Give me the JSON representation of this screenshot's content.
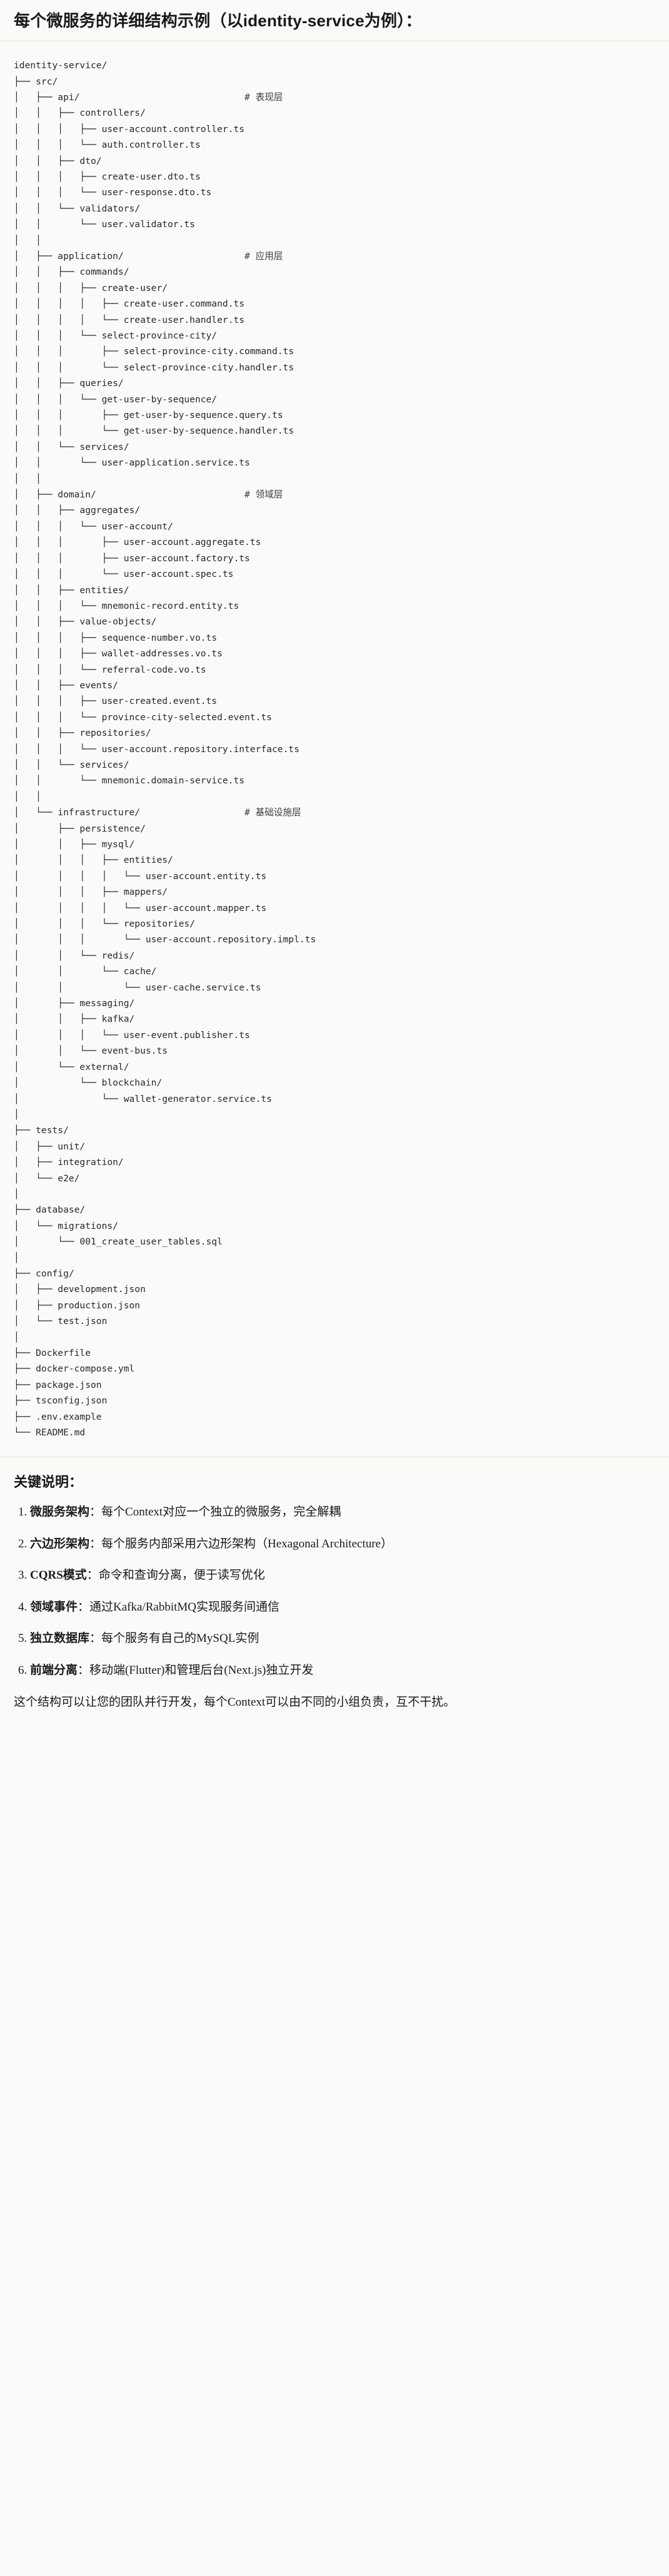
{
  "heading": "每个微服务的详细结构示例（以identity-service为例）：",
  "tree": {
    "root": "identity-service/",
    "lines": [
      {
        "prefix": "identity-service/",
        "comment": ""
      },
      {
        "prefix": "├── src/",
        "comment": ""
      },
      {
        "prefix": "│   ├── api/",
        "comment": "# 表现层"
      },
      {
        "prefix": "│   │   ├── controllers/",
        "comment": ""
      },
      {
        "prefix": "│   │   │   ├── user-account.controller.ts",
        "comment": ""
      },
      {
        "prefix": "│   │   │   └── auth.controller.ts",
        "comment": ""
      },
      {
        "prefix": "│   │   ├── dto/",
        "comment": ""
      },
      {
        "prefix": "│   │   │   ├── create-user.dto.ts",
        "comment": ""
      },
      {
        "prefix": "│   │   │   └── user-response.dto.ts",
        "comment": ""
      },
      {
        "prefix": "│   │   └── validators/",
        "comment": ""
      },
      {
        "prefix": "│   │       └── user.validator.ts",
        "comment": ""
      },
      {
        "prefix": "│   │",
        "comment": ""
      },
      {
        "prefix": "│   ├── application/",
        "comment": "# 应用层"
      },
      {
        "prefix": "│   │   ├── commands/",
        "comment": ""
      },
      {
        "prefix": "│   │   │   ├── create-user/",
        "comment": ""
      },
      {
        "prefix": "│   │   │   │   ├── create-user.command.ts",
        "comment": ""
      },
      {
        "prefix": "│   │   │   │   └── create-user.handler.ts",
        "comment": ""
      },
      {
        "prefix": "│   │   │   └── select-province-city/",
        "comment": ""
      },
      {
        "prefix": "│   │   │       ├── select-province-city.command.ts",
        "comment": ""
      },
      {
        "prefix": "│   │   │       └── select-province-city.handler.ts",
        "comment": ""
      },
      {
        "prefix": "│   │   ├── queries/",
        "comment": ""
      },
      {
        "prefix": "│   │   │   └── get-user-by-sequence/",
        "comment": ""
      },
      {
        "prefix": "│   │   │       ├── get-user-by-sequence.query.ts",
        "comment": ""
      },
      {
        "prefix": "│   │   │       └── get-user-by-sequence.handler.ts",
        "comment": ""
      },
      {
        "prefix": "│   │   └── services/",
        "comment": ""
      },
      {
        "prefix": "│   │       └── user-application.service.ts",
        "comment": ""
      },
      {
        "prefix": "│   │",
        "comment": ""
      },
      {
        "prefix": "│   ├── domain/",
        "comment": "# 领域层"
      },
      {
        "prefix": "│   │   ├── aggregates/",
        "comment": ""
      },
      {
        "prefix": "│   │   │   └── user-account/",
        "comment": ""
      },
      {
        "prefix": "│   │   │       ├── user-account.aggregate.ts",
        "comment": ""
      },
      {
        "prefix": "│   │   │       ├── user-account.factory.ts",
        "comment": ""
      },
      {
        "prefix": "│   │   │       └── user-account.spec.ts",
        "comment": ""
      },
      {
        "prefix": "│   │   ├── entities/",
        "comment": ""
      },
      {
        "prefix": "│   │   │   └── mnemonic-record.entity.ts",
        "comment": ""
      },
      {
        "prefix": "│   │   ├── value-objects/",
        "comment": ""
      },
      {
        "prefix": "│   │   │   ├── sequence-number.vo.ts",
        "comment": ""
      },
      {
        "prefix": "│   │   │   ├── wallet-addresses.vo.ts",
        "comment": ""
      },
      {
        "prefix": "│   │   │   └── referral-code.vo.ts",
        "comment": ""
      },
      {
        "prefix": "│   │   ├── events/",
        "comment": ""
      },
      {
        "prefix": "│   │   │   ├── user-created.event.ts",
        "comment": ""
      },
      {
        "prefix": "│   │   │   └── province-city-selected.event.ts",
        "comment": ""
      },
      {
        "prefix": "│   │   ├── repositories/",
        "comment": ""
      },
      {
        "prefix": "│   │   │   └── user-account.repository.interface.ts",
        "comment": ""
      },
      {
        "prefix": "│   │   └── services/",
        "comment": ""
      },
      {
        "prefix": "│   │       └── mnemonic.domain-service.ts",
        "comment": ""
      },
      {
        "prefix": "│   │",
        "comment": ""
      },
      {
        "prefix": "│   └── infrastructure/",
        "comment": "# 基础设施层"
      },
      {
        "prefix": "│       ├── persistence/",
        "comment": ""
      },
      {
        "prefix": "│       │   ├── mysql/",
        "comment": ""
      },
      {
        "prefix": "│       │   │   ├── entities/",
        "comment": ""
      },
      {
        "prefix": "│       │   │   │   └── user-account.entity.ts",
        "comment": ""
      },
      {
        "prefix": "│       │   │   ├── mappers/",
        "comment": ""
      },
      {
        "prefix": "│       │   │   │   └── user-account.mapper.ts",
        "comment": ""
      },
      {
        "prefix": "│       │   │   └── repositories/",
        "comment": ""
      },
      {
        "prefix": "│       │   │       └── user-account.repository.impl.ts",
        "comment": ""
      },
      {
        "prefix": "│       │   └── redis/",
        "comment": ""
      },
      {
        "prefix": "│       │       └── cache/",
        "comment": ""
      },
      {
        "prefix": "│       │           └── user-cache.service.ts",
        "comment": ""
      },
      {
        "prefix": "│       ├── messaging/",
        "comment": ""
      },
      {
        "prefix": "│       │   ├── kafka/",
        "comment": ""
      },
      {
        "prefix": "│       │   │   └── user-event.publisher.ts",
        "comment": ""
      },
      {
        "prefix": "│       │   └── event-bus.ts",
        "comment": ""
      },
      {
        "prefix": "│       └── external/",
        "comment": ""
      },
      {
        "prefix": "│           └── blockchain/",
        "comment": ""
      },
      {
        "prefix": "│               └── wallet-generator.service.ts",
        "comment": ""
      },
      {
        "prefix": "│",
        "comment": ""
      },
      {
        "prefix": "├── tests/",
        "comment": ""
      },
      {
        "prefix": "│   ├── unit/",
        "comment": ""
      },
      {
        "prefix": "│   ├── integration/",
        "comment": ""
      },
      {
        "prefix": "│   └── e2e/",
        "comment": ""
      },
      {
        "prefix": "│",
        "comment": ""
      },
      {
        "prefix": "├── database/",
        "comment": ""
      },
      {
        "prefix": "│   └── migrations/",
        "comment": ""
      },
      {
        "prefix": "│       └── 001_create_user_tables.sql",
        "comment": ""
      },
      {
        "prefix": "│",
        "comment": ""
      },
      {
        "prefix": "├── config/",
        "comment": ""
      },
      {
        "prefix": "│   ├── development.json",
        "comment": ""
      },
      {
        "prefix": "│   ├── production.json",
        "comment": ""
      },
      {
        "prefix": "│   └── test.json",
        "comment": ""
      },
      {
        "prefix": "│",
        "comment": ""
      },
      {
        "prefix": "├── Dockerfile",
        "comment": ""
      },
      {
        "prefix": "├── docker-compose.yml",
        "comment": ""
      },
      {
        "prefix": "├── package.json",
        "comment": ""
      },
      {
        "prefix": "├── tsconfig.json",
        "comment": ""
      },
      {
        "prefix": "├── .env.example",
        "comment": ""
      },
      {
        "prefix": "└── README.md",
        "comment": ""
      }
    ]
  },
  "notes": {
    "title": "关键说明：",
    "items": [
      {
        "term": "微服务架构",
        "sep": "：",
        "body": "每个Context对应一个独立的微服务，完全解耦"
      },
      {
        "term": "六边形架构",
        "sep": "：",
        "body": "每个服务内部采用六边形架构（Hexagonal Architecture）"
      },
      {
        "term": "CQRS模式",
        "sep": "：",
        "body": "命令和查询分离，便于读写优化"
      },
      {
        "term": "领域事件",
        "sep": "：",
        "body": "通过Kafka/RabbitMQ实现服务间通信"
      },
      {
        "term": "独立数据库",
        "sep": "：",
        "body": "每个服务有自己的MySQL实例"
      },
      {
        "term": "前端分离",
        "sep": "：",
        "body": "移动端(Flutter)和管理后台(Next.js)独立开发"
      }
    ],
    "closing": "这个结构可以让您的团队并行开发，每个Context可以由不同的小组负责，互不干扰。"
  }
}
